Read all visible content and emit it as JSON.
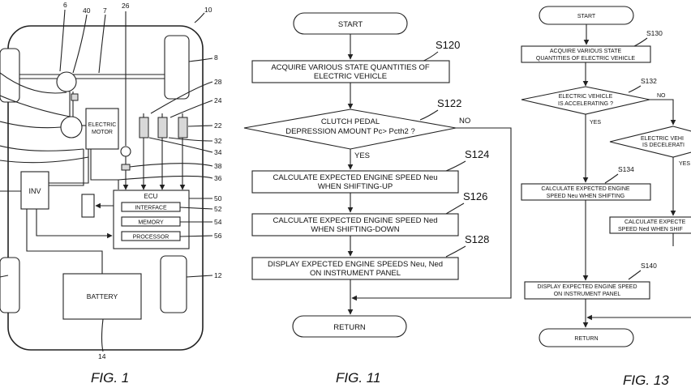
{
  "fig1": {
    "caption": "FIG. 1",
    "refs": {
      "n6": "6",
      "n40": "40",
      "n7": "7",
      "n26": "26",
      "n10": "10",
      "n8": "8",
      "n28": "28",
      "n24": "24",
      "n22": "22",
      "n32": "32",
      "n34": "34",
      "n38": "38",
      "n36": "36",
      "n50": "50",
      "n52": "52",
      "n54": "54",
      "n56": "56",
      "n12": "12",
      "n14": "14"
    },
    "motor_line1": "ELECTRIC",
    "motor_line2": "MOTOR",
    "inv": "INV",
    "ecu": "ECU",
    "interface": "INTERFACE",
    "memory": "MEMORY",
    "processor": "PROCESSOR",
    "battery": "BATTERY"
  },
  "fig11": {
    "caption": "FIG. 11",
    "start": "START",
    "s120": "S120",
    "s120_l1": "ACQUIRE VARIOUS STATE QUANTITIES OF",
    "s120_l2": "ELECTRIC VEHICLE",
    "s122": "S122",
    "s122_l1": "CLUTCH PEDAL",
    "s122_l2": "DEPRESSION AMOUNT Pc> Pcth2 ?",
    "no": "NO",
    "yes": "YES",
    "s124": "S124",
    "s124_l1": "CALCULATE EXPECTED ENGINE SPEED Neu",
    "s124_l2": "WHEN SHIFTING-UP",
    "s126": "S126",
    "s126_l1": "CALCULATE EXPECTED ENGINE SPEED Ned",
    "s126_l2": "WHEN SHIFTING-DOWN",
    "s128": "S128",
    "s128_l1": "DISPLAY EXPECTED ENGINE SPEEDS Neu, Ned",
    "s128_l2": "ON INSTRUMENT PANEL",
    "return": "RETURN"
  },
  "fig13": {
    "caption": "FIG. 13",
    "start": "START",
    "s130": "S130",
    "s130_l1": "ACQUIRE VARIOUS STATE",
    "s130_l2": "QUANTITIES OF ELECTRIC VEHICLE",
    "s132": "S132",
    "s132_l1": "ELECTRIC VEHICLE",
    "s132_l2": "IS ACCELERATING ?",
    "no": "NO",
    "yes": "YES",
    "dec_l1": "ELECTRIC VEHI",
    "dec_l2": "IS DECELERATI",
    "yes2": "YES",
    "s134": "S134",
    "s134_l1": "CALCULATE EXPECTED ENGINE",
    "s134_l2": "SPEED Neu WHEN SHIFTING",
    "s136_l1": "CALCULATE EXPECTE",
    "s136_l2": "SPEED Ned WHEN SHIF",
    "s140": "S140",
    "s140_l1": "DISPLAY EXPECTED ENGINE SPEED",
    "s140_l2": "ON INSTRUMENT PANEL",
    "return": "RETURN"
  }
}
